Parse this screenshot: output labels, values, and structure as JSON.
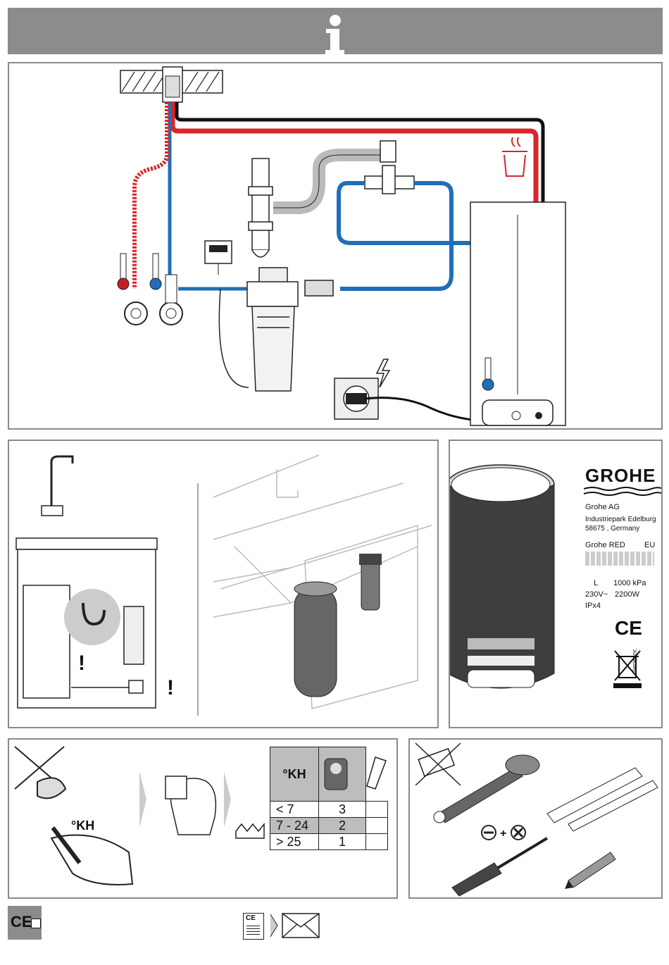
{
  "header": {
    "icon": "info-icon"
  },
  "label_panel": {
    "brand": "GROHE",
    "company": "Grohe AG",
    "address_line1": "Industriepark Edelburg",
    "address_line2": "58675 , Germany",
    "product": "Grohe RED",
    "region": "EU",
    "capacity_unit": "L",
    "pressure": "1000 kPa",
    "voltage": "230V~",
    "power": "2200W",
    "ip_rating": "IPx4",
    "ce_mark": "CE",
    "serial_label": "Seriennr."
  },
  "hardness_panel": {
    "unit_label": "°KH",
    "table_header": "°KH",
    "rows": [
      {
        "range": "< 7",
        "setting": "3"
      },
      {
        "range": "7 - 24",
        "setting": "2"
      },
      {
        "range": "> 25",
        "setting": "1"
      }
    ]
  },
  "footer": {
    "ce_badge": "CE",
    "doc_badge": "CE"
  },
  "colors": {
    "hot": "#d8262b",
    "cold": "#1f6fb8",
    "panel_border": "#8a8a8a",
    "header": "#8c8c8c"
  }
}
